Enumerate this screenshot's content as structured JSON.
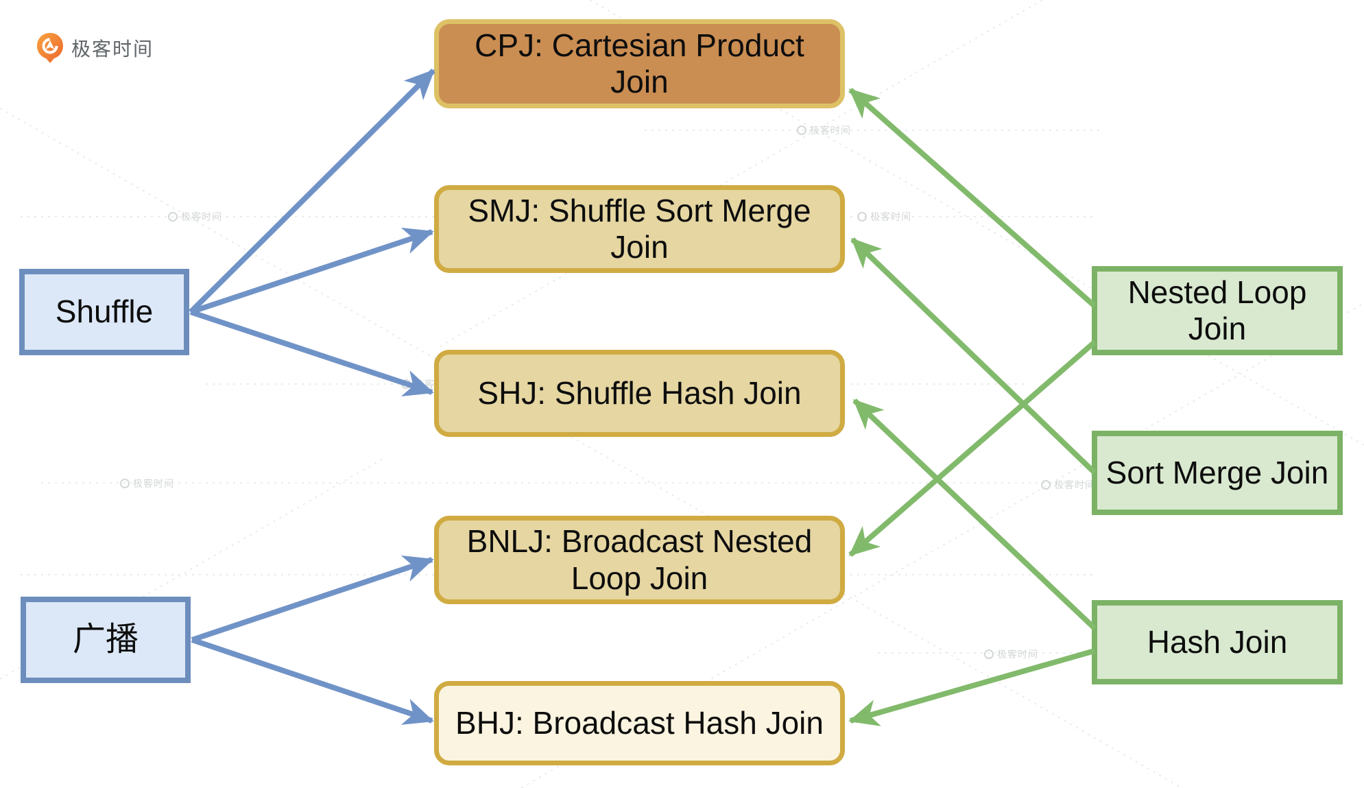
{
  "logo": {
    "text": "极客时间"
  },
  "watermark": {
    "text": "极客时间"
  },
  "colors": {
    "blue_node_border": "#6d8ebd",
    "blue_node_fill": "#dce8f8",
    "gold_border": "#d0ab42",
    "tan_fill": "#e5d6a2",
    "cpj_fill": "#ca8d52",
    "cpj_border": "#ddc166",
    "cream_fill": "#fbf4e0",
    "green_node_border": "#7cb266",
    "green_node_fill": "#d9e9d0",
    "blue_arrow": "#7093c7",
    "green_arrow": "#82ba6c",
    "logo_orange": "#f0733a",
    "logo_text_gray": "#5f6568"
  },
  "nodes": {
    "shuffle": {
      "label": "Shuffle"
    },
    "broadcast": {
      "label": "广播"
    },
    "cpj": {
      "label": "CPJ: Cartesian Product\nJoin"
    },
    "smj": {
      "label": "SMJ: Shuffle Sort Merge\nJoin"
    },
    "shj": {
      "label": "SHJ: Shuffle Hash Join"
    },
    "bnlj": {
      "label": "BNLJ: Broadcast Nested\nLoop Join"
    },
    "bhj": {
      "label": "BHJ: Broadcast Hash Join"
    },
    "nested_loop_join": {
      "label": "Nested Loop\nJoin"
    },
    "sort_merge_join": {
      "label": "Sort Merge Join"
    },
    "hash_join": {
      "label": "Hash Join"
    }
  },
  "edges": [
    {
      "from": "shuffle",
      "to": "cpj",
      "color": "blue"
    },
    {
      "from": "shuffle",
      "to": "smj",
      "color": "blue"
    },
    {
      "from": "shuffle",
      "to": "shj",
      "color": "blue"
    },
    {
      "from": "broadcast",
      "to": "bnlj",
      "color": "blue"
    },
    {
      "from": "broadcast",
      "to": "bhj",
      "color": "blue"
    },
    {
      "from": "nested_loop_join",
      "to": "cpj",
      "color": "green"
    },
    {
      "from": "nested_loop_join",
      "to": "bnlj",
      "color": "green"
    },
    {
      "from": "sort_merge_join",
      "to": "smj",
      "color": "green"
    },
    {
      "from": "hash_join",
      "to": "shj",
      "color": "green"
    },
    {
      "from": "hash_join",
      "to": "bhj",
      "color": "green"
    }
  ]
}
